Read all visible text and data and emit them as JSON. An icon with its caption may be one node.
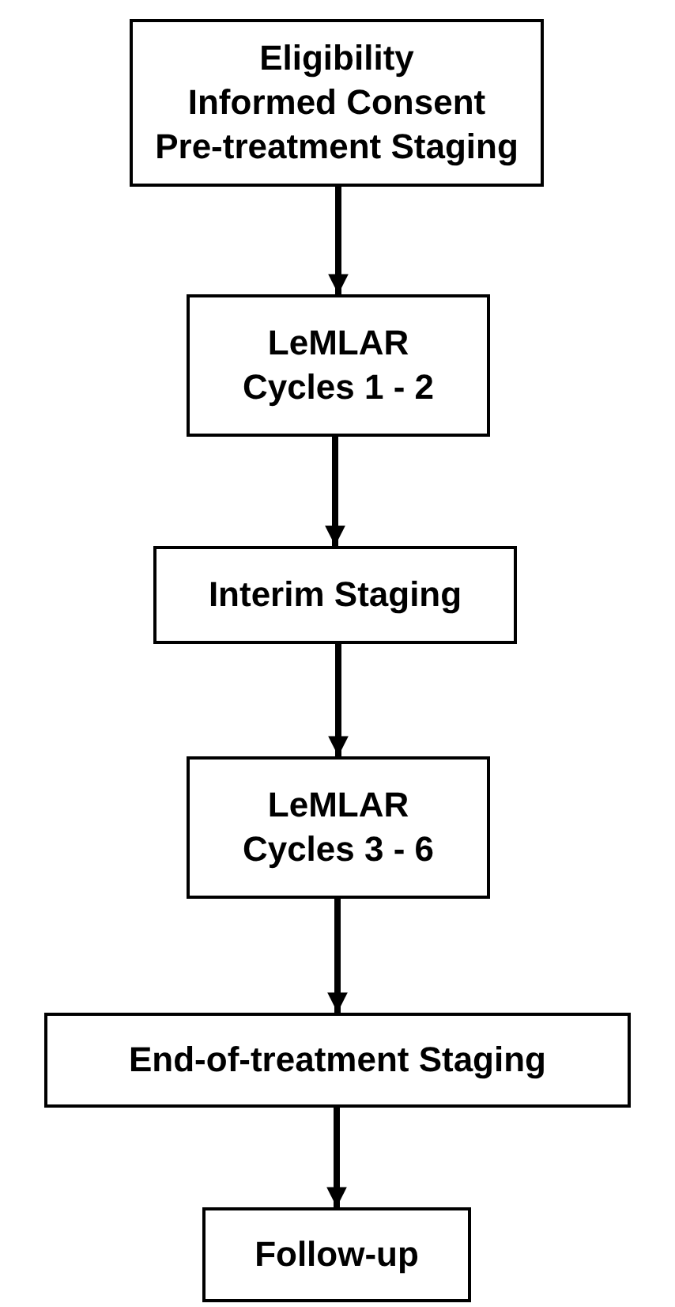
{
  "diagram": {
    "nodes": [
      {
        "text": [
          "Eligibility",
          "Informed Consent",
          "Pre-treatment Staging"
        ]
      },
      {
        "text": [
          "LeMLAR",
          "Cycles 1 - 2"
        ]
      },
      {
        "text": [
          "Interim Staging"
        ]
      },
      {
        "text": [
          "LeMLAR",
          "Cycles 3 - 6"
        ]
      },
      {
        "text": [
          "End-of-treatment Staging"
        ]
      },
      {
        "text": [
          "Follow-up"
        ]
      }
    ],
    "edges": [
      {
        "from": 0,
        "to": 1,
        "arrow": "to"
      },
      {
        "from": 1,
        "to": 2,
        "arrow": "to"
      },
      {
        "from": 2,
        "to": 3,
        "arrow": "to"
      },
      {
        "from": 3,
        "to": 4,
        "arrow": "to"
      },
      {
        "from": 4,
        "to": 5,
        "arrow": "to"
      }
    ]
  }
}
